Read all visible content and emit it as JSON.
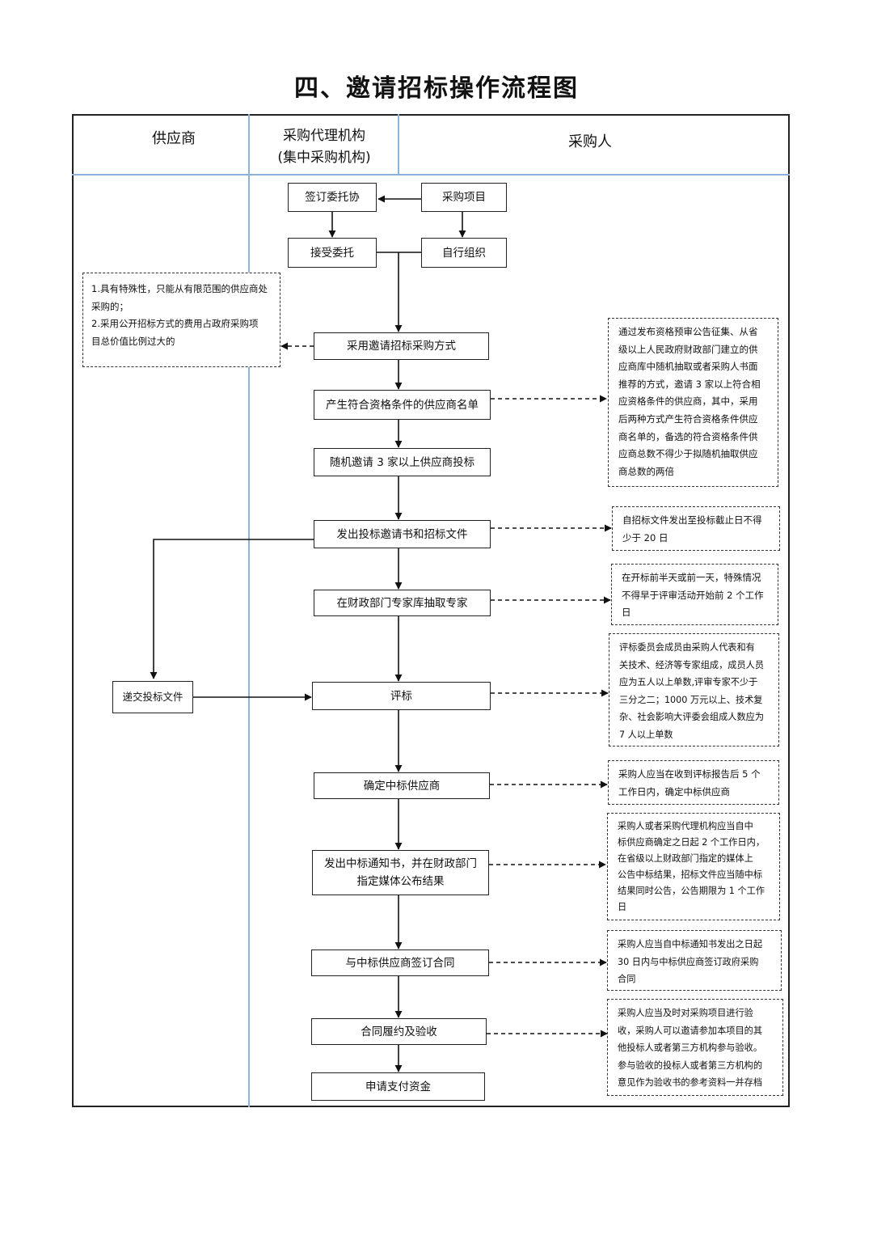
{
  "title": "四、邀请招标操作流程图",
  "lanes": {
    "supplier": "供应商",
    "agency_line1": "采购代理机构",
    "agency_line2": "(集中采购机构)",
    "purchaser": "采购人"
  },
  "nodes": {
    "sign_entrust": "签订委托协",
    "purchase_project": "采购项目",
    "accept_entrust": "接受委托",
    "self_organize": "自行组织",
    "adopt_invite": "采用邀请招标采购方式",
    "gen_list": "产生符合资格条件的供应商名单",
    "random_invite": "随机邀请 3 家以上供应商投标",
    "issue_docs": "发出投标邀请书和招标文件",
    "draw_experts": "在财政部门专家库抽取专家",
    "submit_bid": "递交投标文件",
    "evaluate": "评标",
    "confirm_winner": "确定中标供应商",
    "notice_line1": "发出中标通知书，并在财政部门",
    "notice_line2": "指定媒体公布结果",
    "sign_contract": "与中标供应商签订合同",
    "perform_accept": "合同履约及验收",
    "apply_payment": "申请支付资金"
  },
  "notes": {
    "conditions": [
      "1.具有特殊性，只能从有限范围的供应商处",
      "采购的；",
      "2.采用公开招标方式的费用占政府采购项",
      "目总价值比例过大的"
    ],
    "list_method": [
      "通过发布资格预审公告征集、从省",
      "级以上人民政府财政部门建立的供",
      "应商库中随机抽取或者采购人书面",
      "推荐的方式，邀请 3 家以上符合相",
      "应资格条件的供应商，其中，采用",
      "后两种方式产生符合资格条件供应",
      "商名单的，备选的符合资格条件供",
      "应商总数不得少于拟随机抽取供应",
      "商总数的两倍"
    ],
    "deadline": [
      "自招标文件发出至投标截止日不得",
      "少于 20 日"
    ],
    "expert_time": [
      "在开标前半天或前一天，特殊情况",
      "不得早于评审活动开始前 2 个工作",
      "日"
    ],
    "committee": [
      "评标委员会成员由采购人代表和有",
      "关技术、经济等专家组成，成员人员",
      "应为五人以上单数,评审专家不少于",
      "三分之二；1000 万元以上、技术复",
      "杂、社会影响大评委会组成人数应为",
      "7 人以上单数"
    ],
    "confirm_time": [
      "采购人应当在收到评标报告后 5 个",
      "工作日内，确定中标供应商"
    ],
    "publish": [
      "采购人或者采购代理机构应当自中",
      "标供应商确定之日起 2 个工作日内，",
      "在省级以上财政部门指定的媒体上",
      "公告中标结果，招标文件应当随中标",
      "结果同时公告，公告期限为 1 个工作",
      "日"
    ],
    "contract_time": [
      "采购人应当自中标通知书发出之日起",
      "30 日内与中标供应商签订政府采购",
      "合同"
    ],
    "acceptance": [
      "采购人应当及时对采购项目进行验",
      "收，采购人可以邀请参加本项目的其",
      "他投标人或者第三方机构参与验收。",
      "参与验收的投标人或者第三方机构的",
      "意见作为验收书的参考资料一并存档"
    ]
  },
  "colors": {
    "lane_line": "#8db3da",
    "border": "#222222"
  }
}
